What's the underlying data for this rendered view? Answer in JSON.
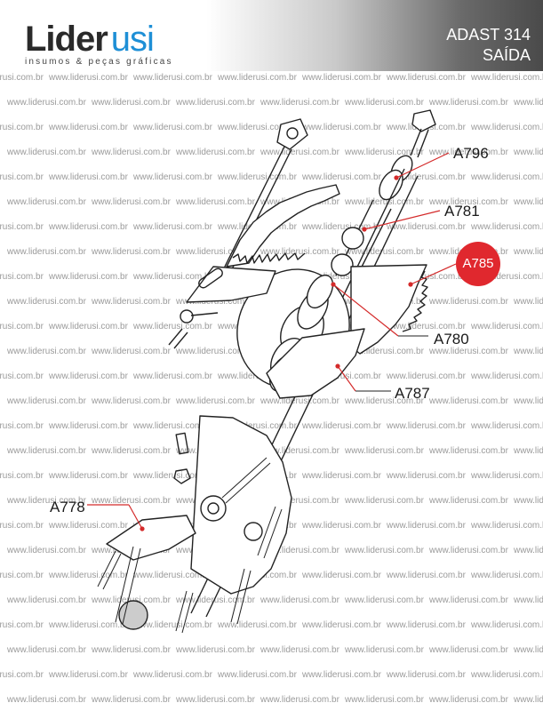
{
  "header": {
    "logo_main": "Lider",
    "logo_accent": "usi",
    "tagline": "insumos & peças gráficas",
    "model": "ADAST 314",
    "section": "SAÍDA"
  },
  "watermark_text": "www.liderusi.com.br",
  "callouts": {
    "a796": "A796",
    "a781": "A781",
    "a785": "A785",
    "a780": "A780",
    "a787": "A787",
    "a778": "A778"
  },
  "colors": {
    "accent_blue": "#1e8fd6",
    "badge_red": "#e0282e",
    "leader_red": "#d42a2a"
  }
}
